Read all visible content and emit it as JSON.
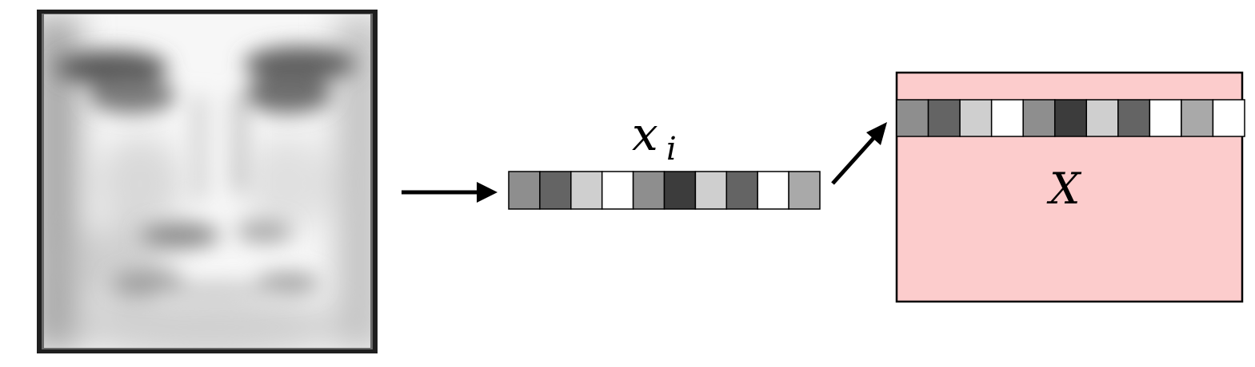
{
  "labels": {
    "vector": "x",
    "vector_subscript": "i",
    "matrix": "X"
  },
  "face_image": {
    "icon": "blurred-grayscale-face",
    "frame_color": "#222222"
  },
  "vector_cells": [
    "#8e8e8e",
    "#646464",
    "#cfcfcf",
    "#ffffff",
    "#8e8e8e",
    "#3c3c3c",
    "#cfcfcf",
    "#646464",
    "#ffffff",
    "#a9a9a9"
  ],
  "matrix_row_cells": [
    "#8e8e8e",
    "#646464",
    "#cfcfcf",
    "#ffffff",
    "#8e8e8e",
    "#3c3c3c",
    "#cfcfcf",
    "#646464",
    "#ffffff",
    "#a9a9a9",
    "#ffffff"
  ],
  "colors": {
    "matrix_fill": "#fccccc",
    "arrow": "#000000",
    "cell_border": "#000000"
  }
}
